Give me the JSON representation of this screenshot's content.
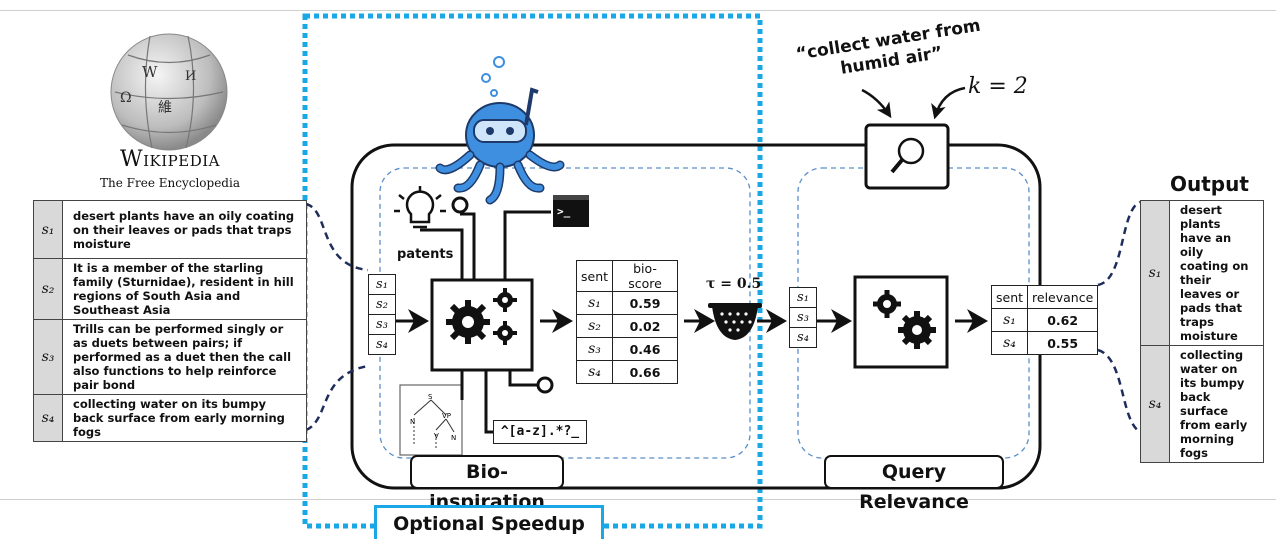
{
  "wikipedia": {
    "logo_title": "Wikipedia",
    "logo_subtitle": "The Free Encyclopedia"
  },
  "input_sentences": [
    {
      "label": "s₁",
      "text": "desert plants have an oily coating on their leaves or pads that traps moisture"
    },
    {
      "label": "s₂",
      "text": "It is a member of the starling family (Sturnidae), resident in hill regions of South Asia and Southeast Asia"
    },
    {
      "label": "s₃",
      "text": "Trills can be performed singly or as duets between pairs; if performed as a duet then the call also functions to help reinforce pair bond"
    },
    {
      "label": "s₄",
      "text": "collecting water on its bumpy back surface from early morning fogs"
    }
  ],
  "query": {
    "text": "“collect water from humid air”",
    "k_label": "k = 2"
  },
  "bio_stage": {
    "input_labels": [
      "s₁",
      "s₂",
      "s₃",
      "s₄"
    ],
    "tools": {
      "patents_label": "patents",
      "regex_label": "^[a-z].*?_",
      "terminal_label": ">_"
    },
    "table": {
      "headers": [
        "sent",
        "bio-score"
      ],
      "rows": [
        {
          "sent": "s₁",
          "score": "0.59"
        },
        {
          "sent": "s₂",
          "score": "0.02"
        },
        {
          "sent": "s₃",
          "score": "0.46"
        },
        {
          "sent": "s₄",
          "score": "0.66"
        }
      ]
    },
    "label": "Bio-inspiration"
  },
  "filter": {
    "threshold_label": "τ = 0.5"
  },
  "relevance_stage": {
    "input_labels": [
      "s₁",
      "s₃",
      "s₄"
    ],
    "table": {
      "headers": [
        "sent",
        "relevance"
      ],
      "rows": [
        {
          "sent": "s₁",
          "score": "0.62"
        },
        {
          "sent": "s₄",
          "score": "0.55"
        }
      ]
    },
    "label": "Query Relevance"
  },
  "output": {
    "title": "Output",
    "rows": [
      {
        "label": "s₁",
        "text": "desert plants have an oily coating on their leaves or pads that traps moisture"
      },
      {
        "label": "s₄",
        "text": "collecting water on its bumpy back surface from early morning fogs"
      }
    ]
  },
  "speedup": {
    "label": "Optional Speedup"
  },
  "colors": {
    "speedup_border": "#1aa7e6",
    "connector": "#1f2d5c",
    "inner_dashed": "#5b8fc8",
    "octopus": "#3f8fe0"
  }
}
